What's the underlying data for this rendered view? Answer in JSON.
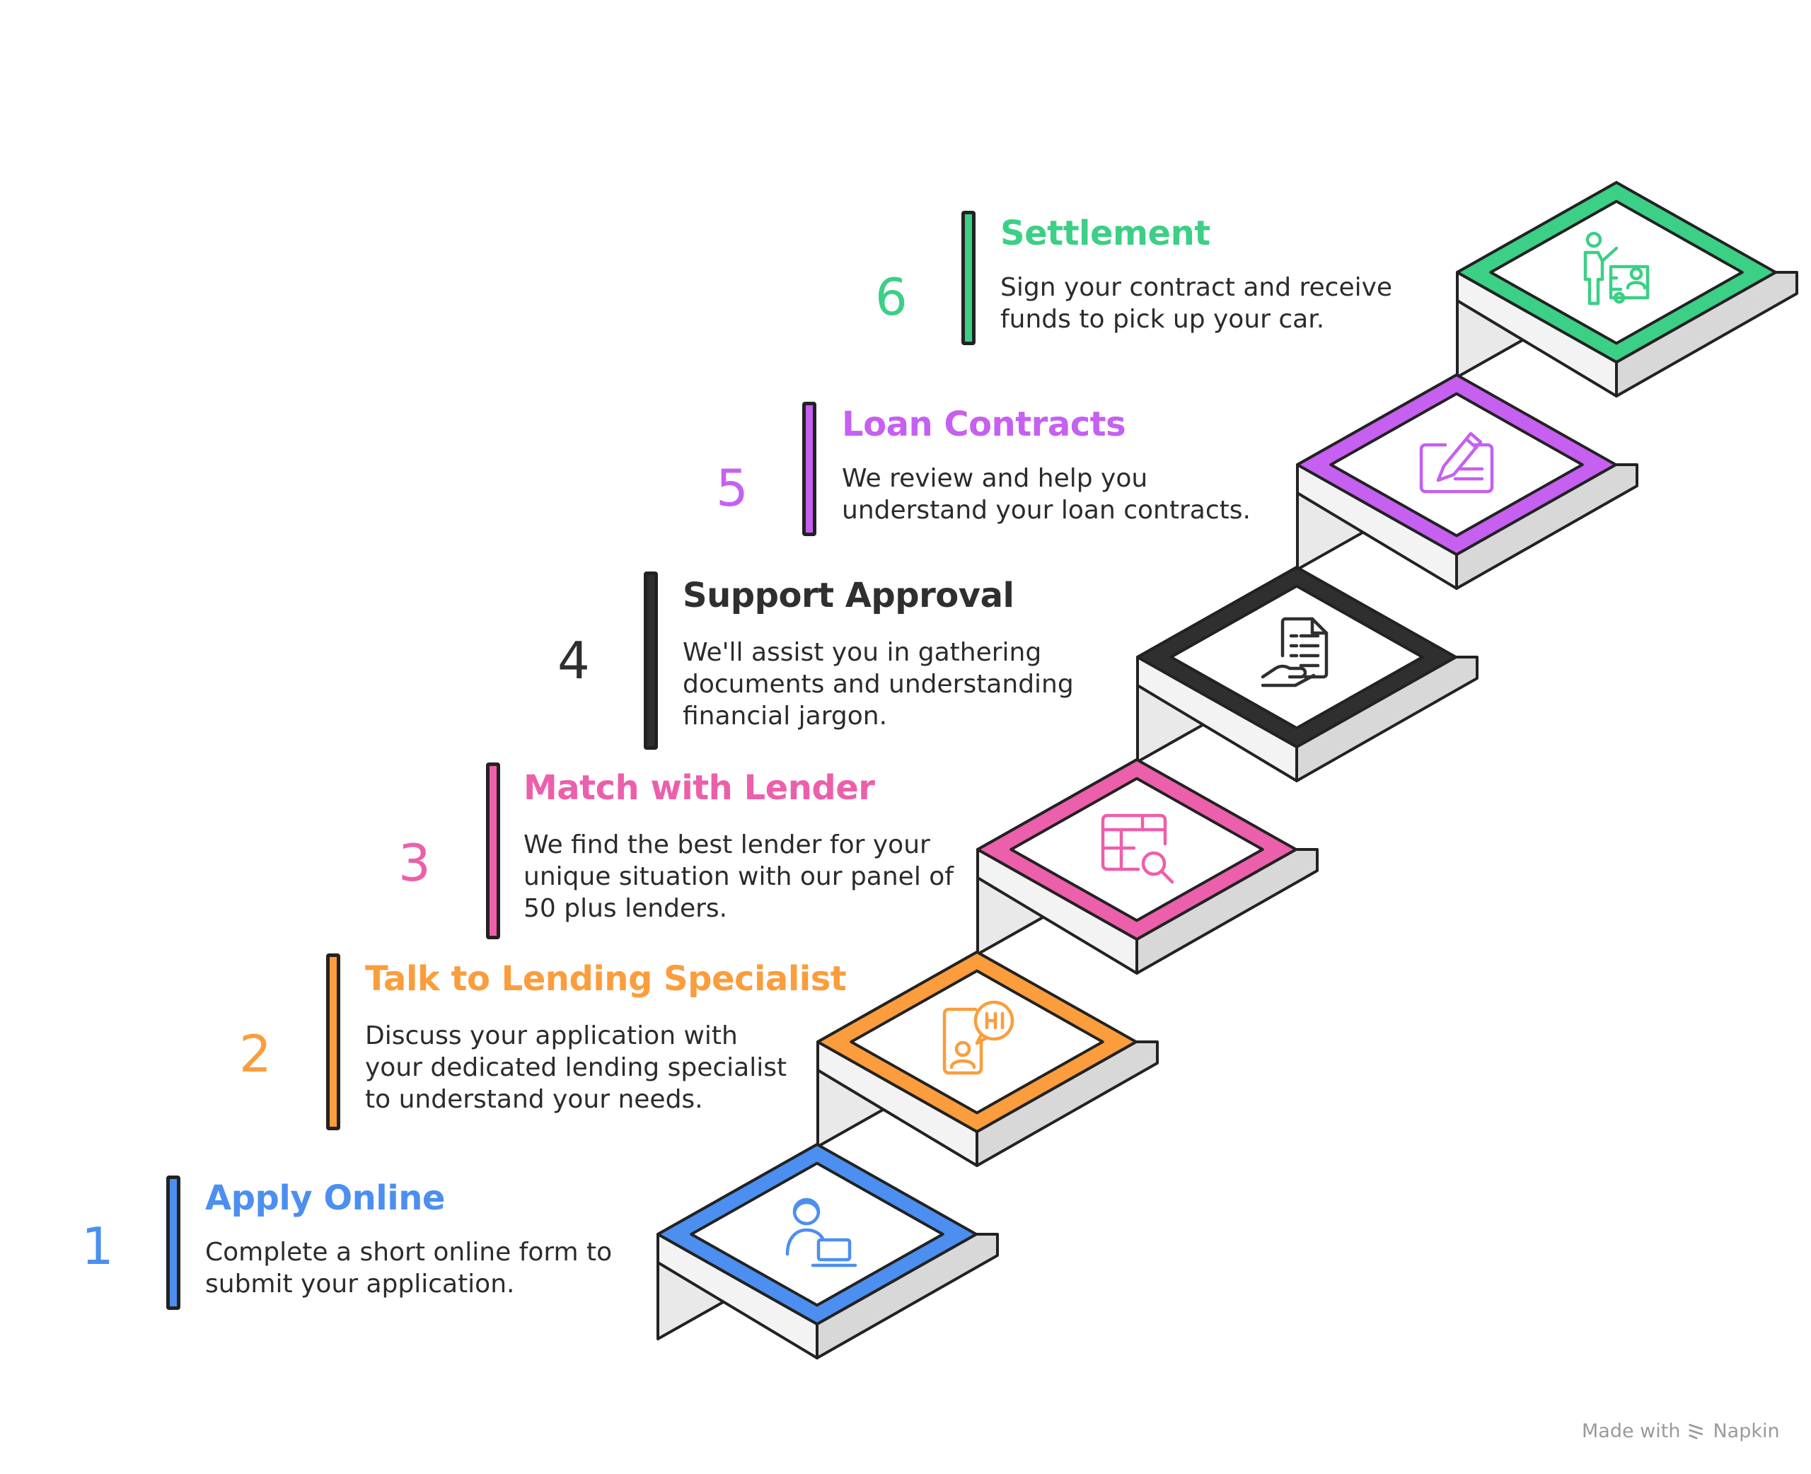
{
  "steps": [
    {
      "number": "1",
      "title": "Apply Online",
      "color": "#4c8ff0",
      "icon": "user-laptop-icon",
      "description": [
        "Complete a short online form to",
        "submit your application."
      ]
    },
    {
      "number": "2",
      "title": "Talk to Lending Specialist",
      "color": "#fb9d3c",
      "icon": "phone-chat-hi-icon",
      "description": [
        "Discuss your application with",
        "your dedicated lending specialist",
        "to understand your needs."
      ]
    },
    {
      "number": "3",
      "title": "Match with Lender",
      "color": "#ec5fab",
      "icon": "table-search-icon",
      "description": [
        "We find the best lender for your",
        "unique situation with our panel of",
        "50 plus lenders."
      ]
    },
    {
      "number": "4",
      "title": "Support Approval",
      "color": "#2f2f2f",
      "icon": "document-hand-icon",
      "description": [
        "We'll assist you in gathering",
        "documents and understanding",
        "financial jargon."
      ]
    },
    {
      "number": "5",
      "title": "Loan Contracts",
      "color": "#c560f0",
      "icon": "contract-pen-icon",
      "description": [
        "We review and help you",
        "understand your loan contracts."
      ]
    },
    {
      "number": "6",
      "title": "Settlement",
      "color": "#3ccf86",
      "icon": "person-car-icon",
      "description": [
        "Sign your contract and receive",
        "funds to pick up your car."
      ]
    }
  ],
  "watermark": {
    "prefix": "Made with",
    "brand": "Napkin",
    "icon": "napkin-logo-icon"
  }
}
